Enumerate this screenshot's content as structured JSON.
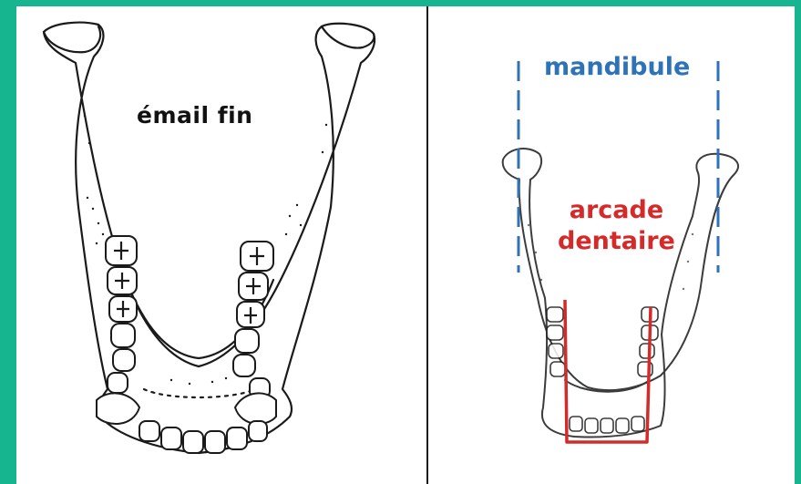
{
  "left_panel": {
    "label": "émail fin"
  },
  "right_panel": {
    "label_mandibule": "mandibule",
    "label_arcade_line1": "arcade",
    "label_arcade_line2": "dentaire"
  },
  "colors": {
    "frame": "#16b48f",
    "mandibule_label": "#2e73b8",
    "arcade_label": "#d52a2a",
    "drawing": "#1a1a1a"
  }
}
